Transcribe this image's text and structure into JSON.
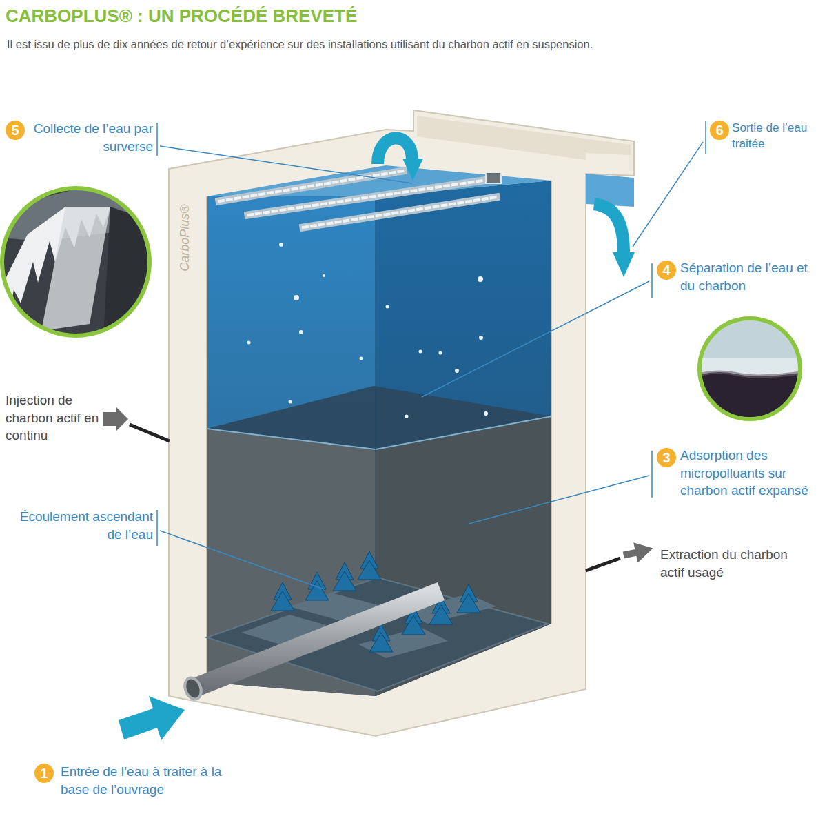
{
  "diagram": {
    "title": "CARBOPLUS® : UN PROCÉDÉ BREVETÉ",
    "caption": "Il est issu de plus de dix années de retour d’expérience sur des installations utilisant du charbon actif en suspension.",
    "labels": [
      "5",
      "Collecte de l’eau par surverse",
      "6",
      "Sortie de l’eau traitée",
      "4",
      "Séparation de l’eau et du charbon",
      "CarboPlus®",
      "Injection de charbon actif en continu",
      "3",
      "Adsorption des micropolluants sur charbon actif expansé",
      "Écoulement ascendant de l’eau",
      "Extraction du charbon actif usagé",
      "1",
      "Entrée de l’eau à traiter à la base de l’ouvrage"
    ]
  }
}
